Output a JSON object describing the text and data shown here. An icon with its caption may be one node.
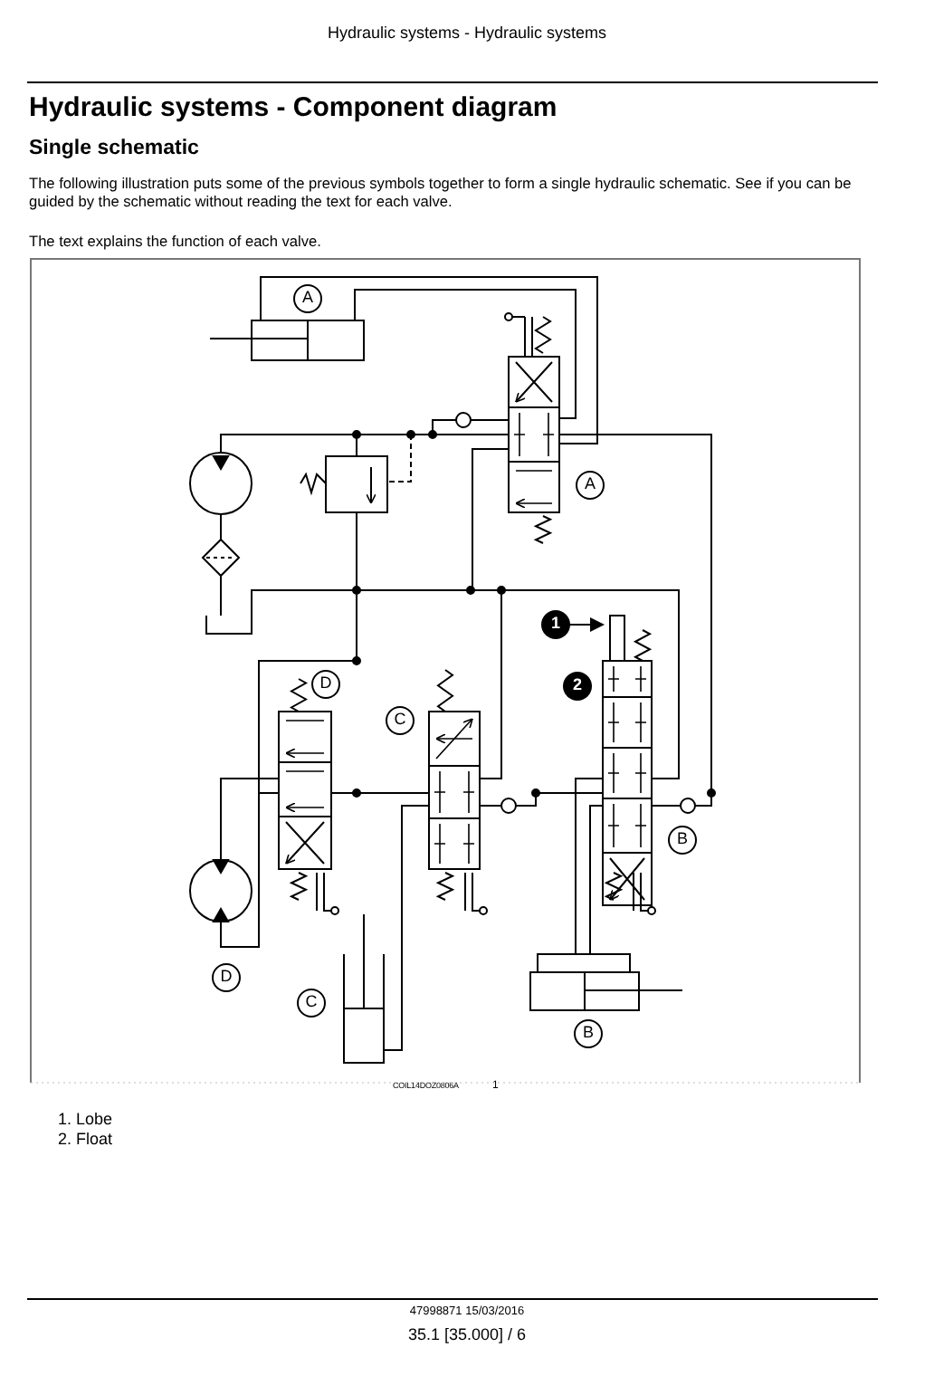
{
  "diagram": {
    "title": "Hydraulic systems - Component diagram",
    "nodes": [
      {
        "text": [
          "A"
        ]
      },
      {
        "text": [
          "A"
        ]
      },
      {
        "text": [
          "D"
        ]
      },
      {
        "text": [
          "C"
        ]
      },
      {
        "text": [
          "B"
        ]
      },
      {
        "text": [
          "D"
        ]
      },
      {
        "text": [
          "C"
        ]
      },
      {
        "text": [
          "B"
        ]
      },
      {
        "text": [
          "1"
        ]
      },
      {
        "text": [
          "2"
        ]
      },
      {
        "text": [],
        "shape": "cylinder"
      },
      {
        "text": [],
        "shape": "box"
      },
      {
        "text": [],
        "shape": "box"
      },
      {
        "text": [],
        "shape": "circle"
      },
      {
        "text": [],
        "shape": "diamond"
      },
      {
        "text": [],
        "shape": "box"
      },
      {
        "text": [],
        "shape": "box"
      },
      {
        "text": [],
        "shape": "circle"
      },
      {
        "text": [],
        "shape": "box"
      },
      {
        "text": [],
        "shape": "cylinder"
      },
      {
        "text": [],
        "shape": "box"
      },
      {
        "text": [],
        "shape": "cylinder"
      },
      {
        "text": [],
        "shape": "circle"
      },
      {
        "text": [],
        "shape": "circle"
      },
      {
        "text": [],
        "shape": "circle"
      }
    ],
    "edges": [
      {
        "from": 8,
        "to": 20,
        "arrow": "to"
      },
      {
        "from": 10,
        "to": 11,
        "arrow": "none"
      },
      {
        "from": 10,
        "to": 11,
        "arrow": "none"
      },
      {
        "from": 13,
        "to": 14,
        "arrow": "none"
      },
      {
        "from": 14,
        "to": 15,
        "arrow": "none"
      },
      {
        "from": 13,
        "to": 22,
        "arrow": "none"
      },
      {
        "from": 22,
        "to": 11,
        "arrow": "none"
      },
      {
        "from": 13,
        "to": 12,
        "arrow": "none"
      },
      {
        "from": 13,
        "to": 12,
        "arrow": "none",
        "style": "dashed"
      },
      {
        "from": 13,
        "to": 11,
        "arrow": "none"
      },
      {
        "from": 24,
        "to": 20,
        "arrow": "none"
      },
      {
        "from": 12,
        "to": 15,
        "arrow": "none"
      },
      {
        "from": 11,
        "to": 15,
        "arrow": "none"
      },
      {
        "from": 18,
        "to": 15,
        "arrow": "none"
      },
      {
        "from": 20,
        "to": 15,
        "arrow": "none"
      },
      {
        "from": 12,
        "to": 16,
        "arrow": "none"
      },
      {
        "from": 16,
        "to": 17,
        "arrow": "none"
      },
      {
        "from": 16,
        "to": 17,
        "arrow": "none"
      },
      {
        "from": 16,
        "to": 18,
        "arrow": "none"
      },
      {
        "from": 18,
        "to": 23,
        "arrow": "none"
      },
      {
        "from": 23,
        "to": 20,
        "arrow": "none"
      },
      {
        "from": 18,
        "to": 19,
        "arrow": "none"
      },
      {
        "from": 20,
        "to": 21,
        "arrow": "none"
      },
      {
        "from": 20,
        "to": 21,
        "arrow": "none"
      },
      {
        "from": 11,
        "to": 24,
        "arrow": "none"
      }
    ],
    "labels": [
      "Hydraulic systems - Hydraulic systems",
      "Single schematic",
      "The following illustration puts some of the previous symbols together to form a single hydraulic schematic. See if you can be guided by the schematic without reading the text for each valve.",
      "The text explains the function of each valve.",
      "COIL14DOZ0806A",
      "1",
      "1. Lobe",
      "2. Float",
      "47998871 15/03/2016",
      "35.1 [35.000] / 6"
    ]
  }
}
